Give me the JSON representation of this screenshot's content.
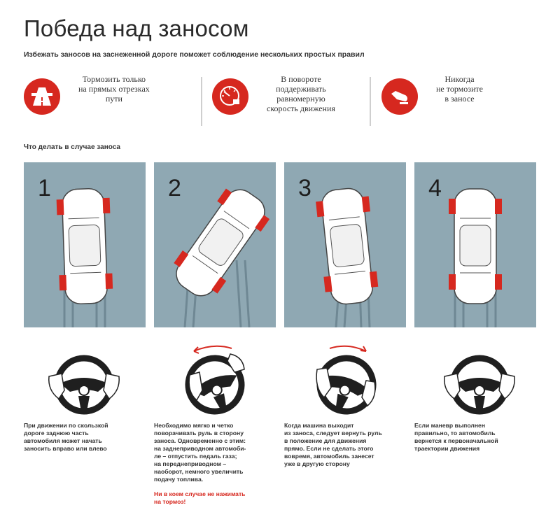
{
  "header": {
    "title": "Победа над заносом",
    "subtitle": "Избежать заносов на заснеженной дороге поможет соблюдение нескольких простых правил"
  },
  "rules": [
    {
      "icon": "road-icon",
      "text": "Тормозить только\nна прямых отрезках\nпути"
    },
    {
      "icon": "speedometer-icon",
      "text": "В повороте\nподдерживать\nравномерную\nскорость движения"
    },
    {
      "icon": "foot-pedal-icon",
      "text": "Никогда\nне тормозите\nв заносе"
    }
  ],
  "section_label": "Что делать в случае заноса",
  "steps": [
    {
      "number": "1",
      "lines": [
        "При движении по скользкой",
        "дороге заднюю часть",
        "автомобиля может начать",
        "заносить вправо или влево"
      ],
      "warning": []
    },
    {
      "number": "2",
      "lines": [
        "Необходимо мягко и четко",
        "поворачивать руль в сторону",
        "заноса. Одновременно с этим:",
        "на заднеприводном автомоби-",
        "ле – отпустить педаль газа;",
        "на переднеприводном –",
        "наоборот, немного увеличить",
        "подачу топлива."
      ],
      "warning": [
        "Ни в коем случае не нажимать",
        "на тормоз!"
      ]
    },
    {
      "number": "3",
      "lines": [
        "Когда машина выходит",
        "из заноса, следует вернуть руль",
        "в положение для движения",
        "прямо. Если не сделать этого",
        "вовремя, автомобиль занесет",
        "уже в другую сторону"
      ],
      "warning": []
    },
    {
      "number": "4",
      "lines": [
        "Если маневр выполнен",
        "правильно, то автомобиль",
        "вернется к первоначальной",
        "траектории движения"
      ],
      "warning": []
    }
  ],
  "colors": {
    "accent": "#d6281f",
    "panel": "#8fa8b3",
    "text": "#333333"
  }
}
